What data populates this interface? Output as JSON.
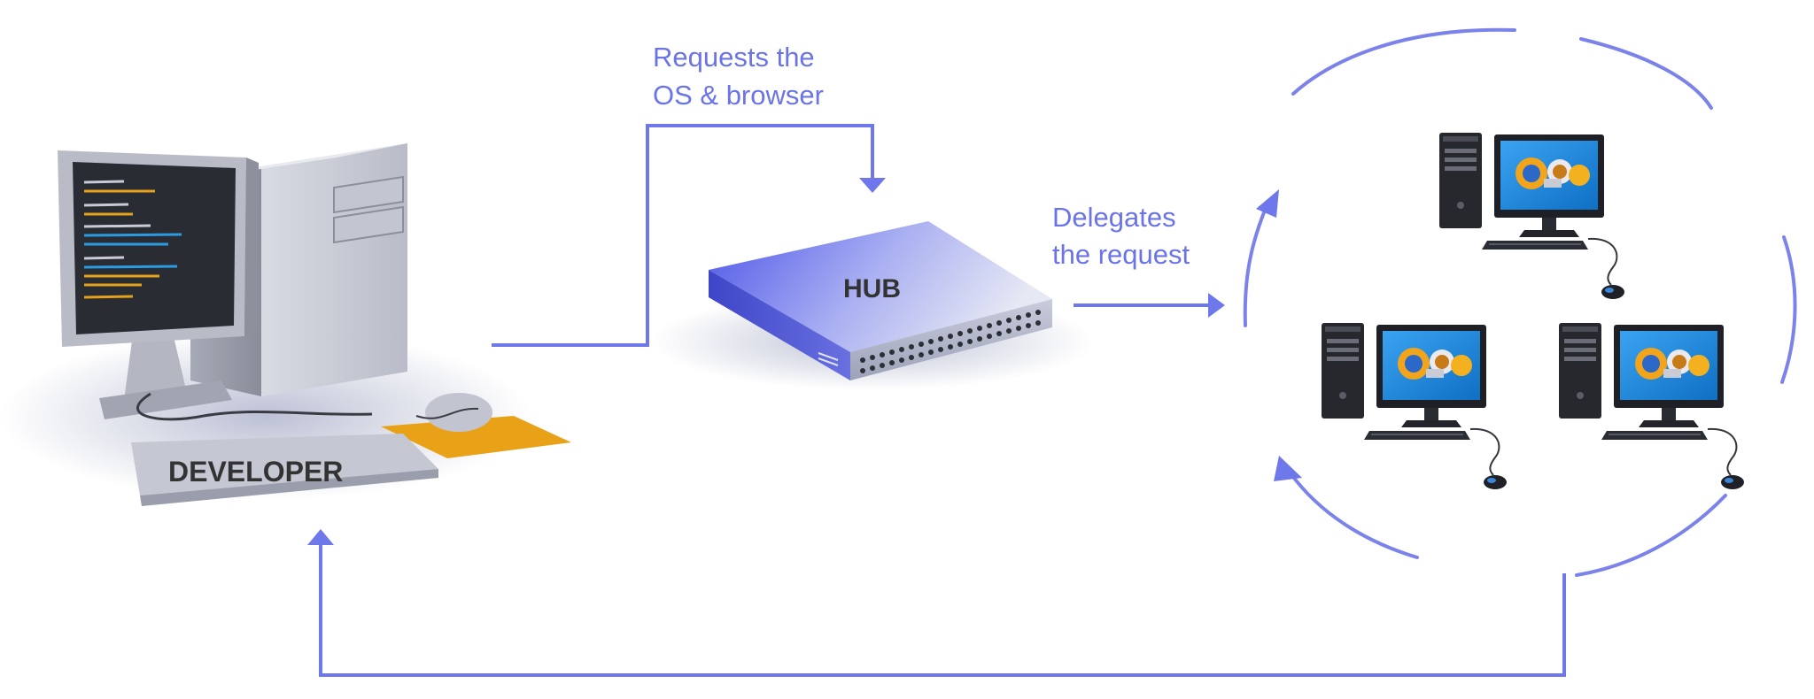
{
  "labels": {
    "requests_line1": "Requests the",
    "requests_line2": "OS & browser",
    "delegates_line1": "Delegates",
    "delegates_line2": "the request",
    "hub": "HUB",
    "developer": "DEVELOPER"
  },
  "colors": {
    "flow": "#6f78ea",
    "label": "#6b74e6",
    "hub_blue": "#6a6ff0",
    "screen_blue": "#1a86d8"
  },
  "icons": {
    "developer": "developer-computer-icon",
    "hub": "network-hub-icon",
    "nodes": "node-computer-icon"
  }
}
